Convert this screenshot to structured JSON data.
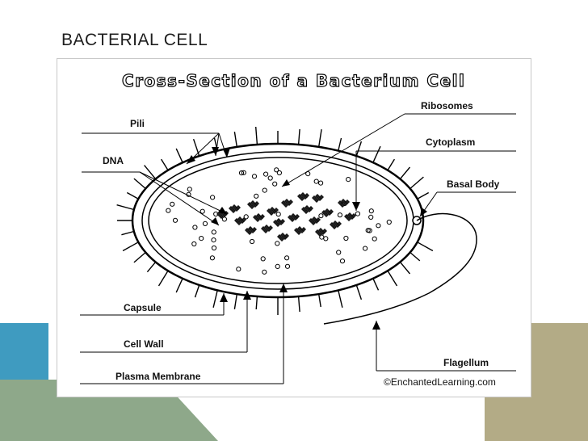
{
  "slide": {
    "title": "BACTERIAL CELL",
    "colors": {
      "bottom_left": "#3f9bc0",
      "bottom_mid": "#8ea88a",
      "bottom_right": "#b3ab86"
    }
  },
  "diagram": {
    "title": "Cross-Section of a Bacterium Cell",
    "copyright": "©EnchantedLearning.com",
    "labels": {
      "pili": "Pili",
      "dna": "DNA",
      "ribosomes": "Ribosomes",
      "cytoplasm": "Cytoplasm",
      "basal_body": "Basal Body",
      "capsule": "Capsule",
      "cell_wall": "Cell Wall",
      "plasma_membrane": "Plasma Membrane",
      "flagellum": "Flagellum"
    }
  }
}
